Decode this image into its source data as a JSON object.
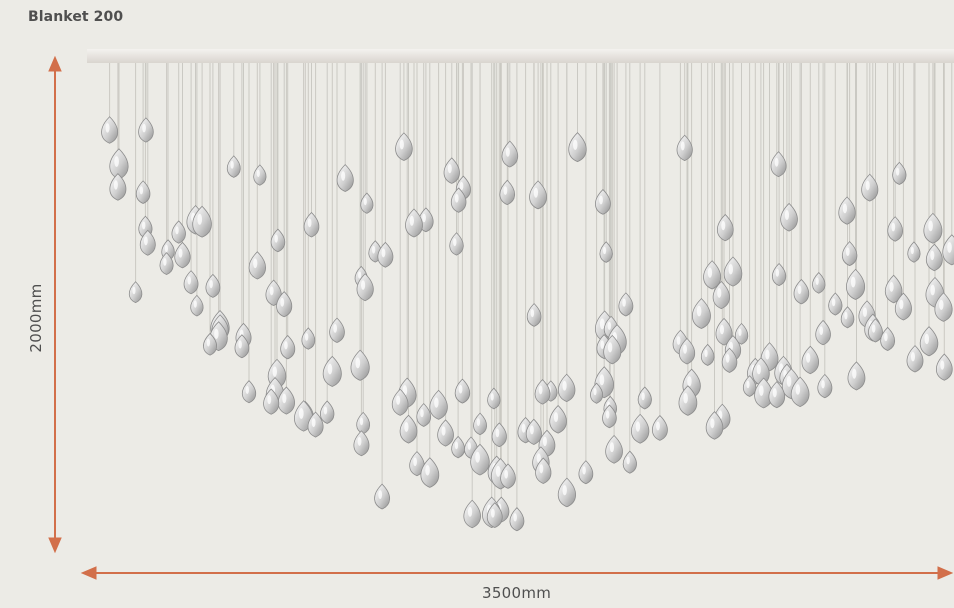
{
  "title": "Blanket 200",
  "dimensions": {
    "height_label": "2000mm",
    "width_label": "3500mm"
  },
  "colors": {
    "background": "#ecebe6",
    "arrow": "#d26f4a",
    "text": "#4f4f4f"
  }
}
